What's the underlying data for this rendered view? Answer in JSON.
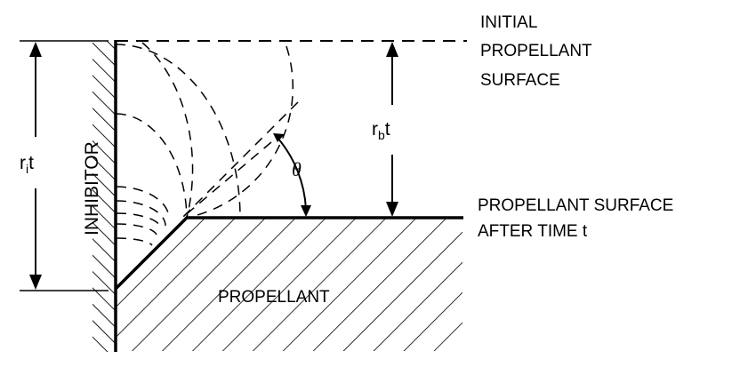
{
  "labels": {
    "initial_surface": [
      "INITIAL",
      "PROPELLANT",
      "SURFACE"
    ],
    "inhibitor": "INHIBITOR",
    "propellant": "PROPELLANT",
    "surface_after": [
      "PROPELLANT SURFACE",
      "AFTER TIME t"
    ],
    "theta": "θ",
    "ri_main": "r",
    "ri_sub": "i",
    "ri_t": "t",
    "rb_main": "r",
    "rb_sub": "b",
    "rb_t": "t"
  }
}
